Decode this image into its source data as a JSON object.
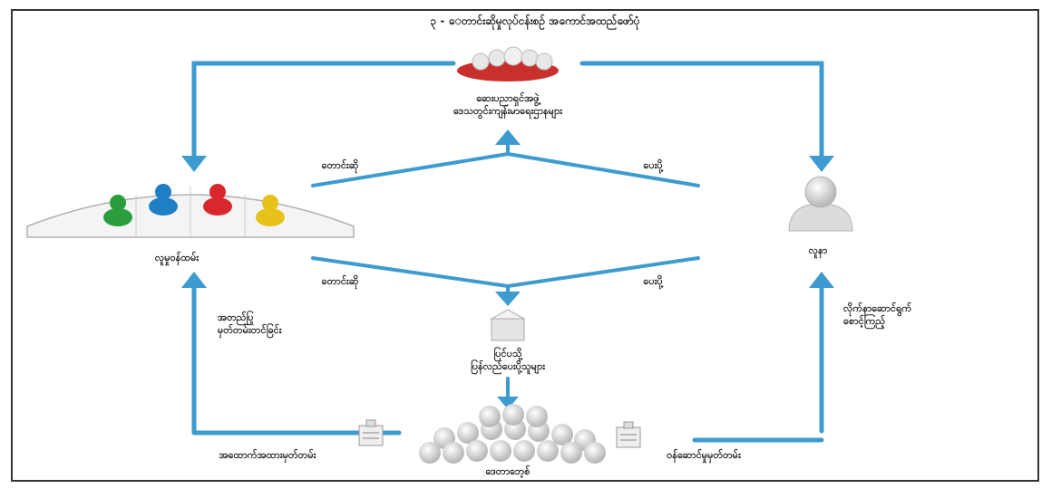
{
  "title": "၃ - ေတာင်းဆိုမှုလုပ်ငန်းစဉ် အကောင်အထည်ဖော်ပုံ",
  "nodes": {
    "top": {
      "label_line1": "ဆေးပညာရှင်အဖွဲ့",
      "label_line2": "ဒေသတွင်းကျန်းမာရေးဌာနများ",
      "icon": "group-people-icon"
    },
    "left": {
      "label": "လူမှုဝန်ထမ်း",
      "icon": "colored-people-icon"
    },
    "right": {
      "label": "လူနာ",
      "icon": "person-icon"
    },
    "center": {
      "label_line1": "ပြင်ပသို့",
      "label_line2": "ပြန်လည်ပေးပို့သူများ",
      "icon": "box-icon"
    },
    "bottom": {
      "label": "ဒေတာဘေ့စ်",
      "icon": "database-spheres-icon"
    },
    "bottom_left_doc": {
      "label": "အထောက်အထားမှတ်တမ်း",
      "icon": "document-icon"
    },
    "bottom_right_doc": {
      "label": "ဝန်ဆောင်မှုမှတ်တမ်း",
      "icon": "document-icon"
    }
  },
  "edge_labels": {
    "upper_left": "တောင်းဆို",
    "upper_right": "ပေးပို့",
    "lower_left": "တောင်းဆို",
    "lower_right": "ပေးပို့",
    "left_side_line1": "အတည်ပြု",
    "left_side_line2": "မှတ်တမ်းတင်ခြင်း",
    "right_side_line1": "လိုက်နာဆောင်ရွက်",
    "right_side_line2": "စောင့်ကြည့်"
  },
  "colors": {
    "arrow": "#3d9bcf",
    "red": "#d8282c",
    "blue": "#1f7fc4",
    "green": "#2a9d3c",
    "yellow": "#e6c21a",
    "gray": "#c8c8c8"
  }
}
